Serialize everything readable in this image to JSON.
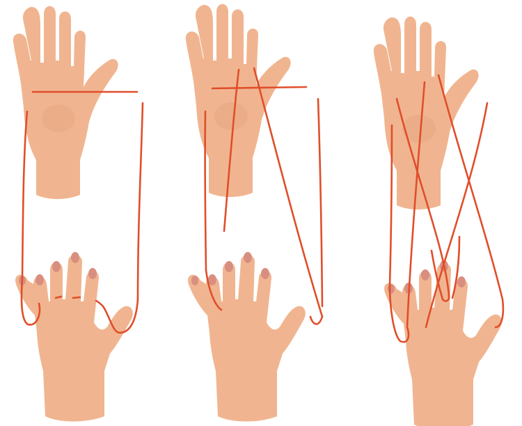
{
  "colors": {
    "background": "#ffffff",
    "skin": "#f0b590",
    "skin_shadow": "#e19e7a",
    "nail": "#d98f80",
    "string": "#e04e2a"
  },
  "panels": [
    {
      "step": 1,
      "top_hand": "palm-facing",
      "bottom_hand": "back-facing",
      "string_pattern": "simple-loop"
    },
    {
      "step": 2,
      "top_hand": "palm-facing",
      "bottom_hand": "back-facing",
      "string_pattern": "single-cross"
    },
    {
      "step": 3,
      "top_hand": "palm-facing",
      "bottom_hand": "back-facing",
      "string_pattern": "double-cross"
    }
  ]
}
